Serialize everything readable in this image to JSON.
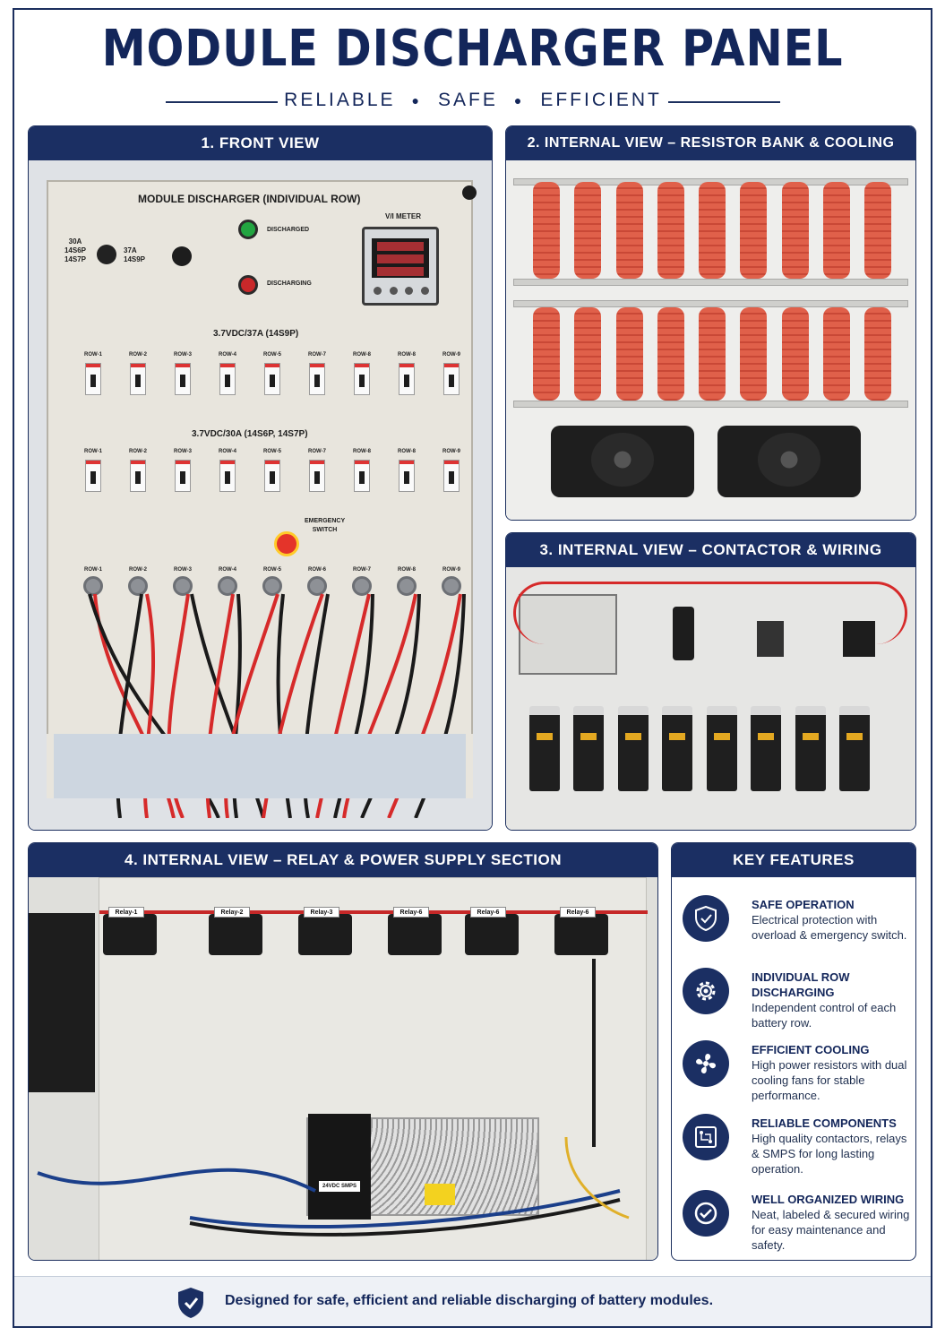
{
  "header": {
    "title": "MODULE DISCHARGER PANEL",
    "taglines": [
      "RELIABLE",
      "SAFE",
      "EFFICIENT"
    ]
  },
  "panels": {
    "front": {
      "heading": "1. FRONT VIEW",
      "cabinet_title": "MODULE DISCHARGER (INDIVIDUAL ROW)",
      "selector_left_lines": [
        "30A",
        "14S6P",
        "14S7P"
      ],
      "selector_right_lines": [
        "37A",
        "14S9P"
      ],
      "lamp_discharged": "DISCHARGED",
      "lamp_discharging": "DISCHARGING",
      "meter_label": "V/I METER",
      "breaker_group_1_title": "3.7VDC/37A (14S9P)",
      "breaker_group_1_labels": [
        "ROW-1",
        "ROW-2",
        "ROW-3",
        "ROW-4",
        "ROW-5",
        "ROW-7",
        "ROW-8",
        "ROW-8",
        "ROW-9"
      ],
      "breaker_group_2_title": "3.7VDC/30A (14S6P, 14S7P)",
      "breaker_group_2_labels": [
        "ROW-1",
        "ROW-2",
        "ROW-3",
        "ROW-4",
        "ROW-5",
        "ROW-7",
        "ROW-8",
        "ROW-8",
        "ROW-9"
      ],
      "emergency_lines": [
        "EMERGENCY",
        "SWITCH"
      ],
      "output_labels": [
        "ROW-1",
        "ROW-2",
        "ROW-3",
        "ROW-4",
        "ROW-5",
        "ROW-6",
        "ROW-7",
        "ROW-8",
        "ROW-9"
      ]
    },
    "resistor": {
      "heading": "2. INTERNAL VIEW – RESISTOR BANK & COOLING"
    },
    "contactor": {
      "heading": "3. INTERNAL VIEW – CONTACTOR & WIRING"
    },
    "relay": {
      "heading": "4. INTERNAL VIEW – RELAY & POWER SUPPLY SECTION",
      "relay_tags": [
        "Relay-1",
        "Relay-2",
        "Relay-3",
        "Relay-6",
        "Relay-6",
        "Relay-6"
      ],
      "smps_tag": "24VDC SMPS"
    },
    "features": {
      "heading": "KEY FEATURES",
      "items": [
        {
          "icon": "shield-check-icon",
          "title": "SAFE OPERATION",
          "desc": "Electrical protection with overload & emergency switch."
        },
        {
          "icon": "gear-icon",
          "title": "INDIVIDUAL ROW DISCHARGING",
          "desc": "Independent control of each battery row."
        },
        {
          "icon": "fan-icon",
          "title": "EFFICIENT COOLING",
          "desc": "High power resistors with dual cooling fans for stable performance."
        },
        {
          "icon": "circuit-board-icon",
          "title": "RELIABLE COMPONENTS",
          "desc": "High quality contactors, relays & SMPS for long lasting operation."
        },
        {
          "icon": "check-circle-icon",
          "title": "WELL ORGANIZED WIRING",
          "desc": "Neat, labeled & secured wiring for easy maintenance and safety."
        }
      ]
    }
  },
  "footer": {
    "icon": "shield-check-icon",
    "text": "Designed for safe, efficient and reliable discharging of battery modules."
  },
  "colors": {
    "navy": "#1b2f63",
    "title": "#13265a",
    "accent_red": "#d62a2a"
  }
}
